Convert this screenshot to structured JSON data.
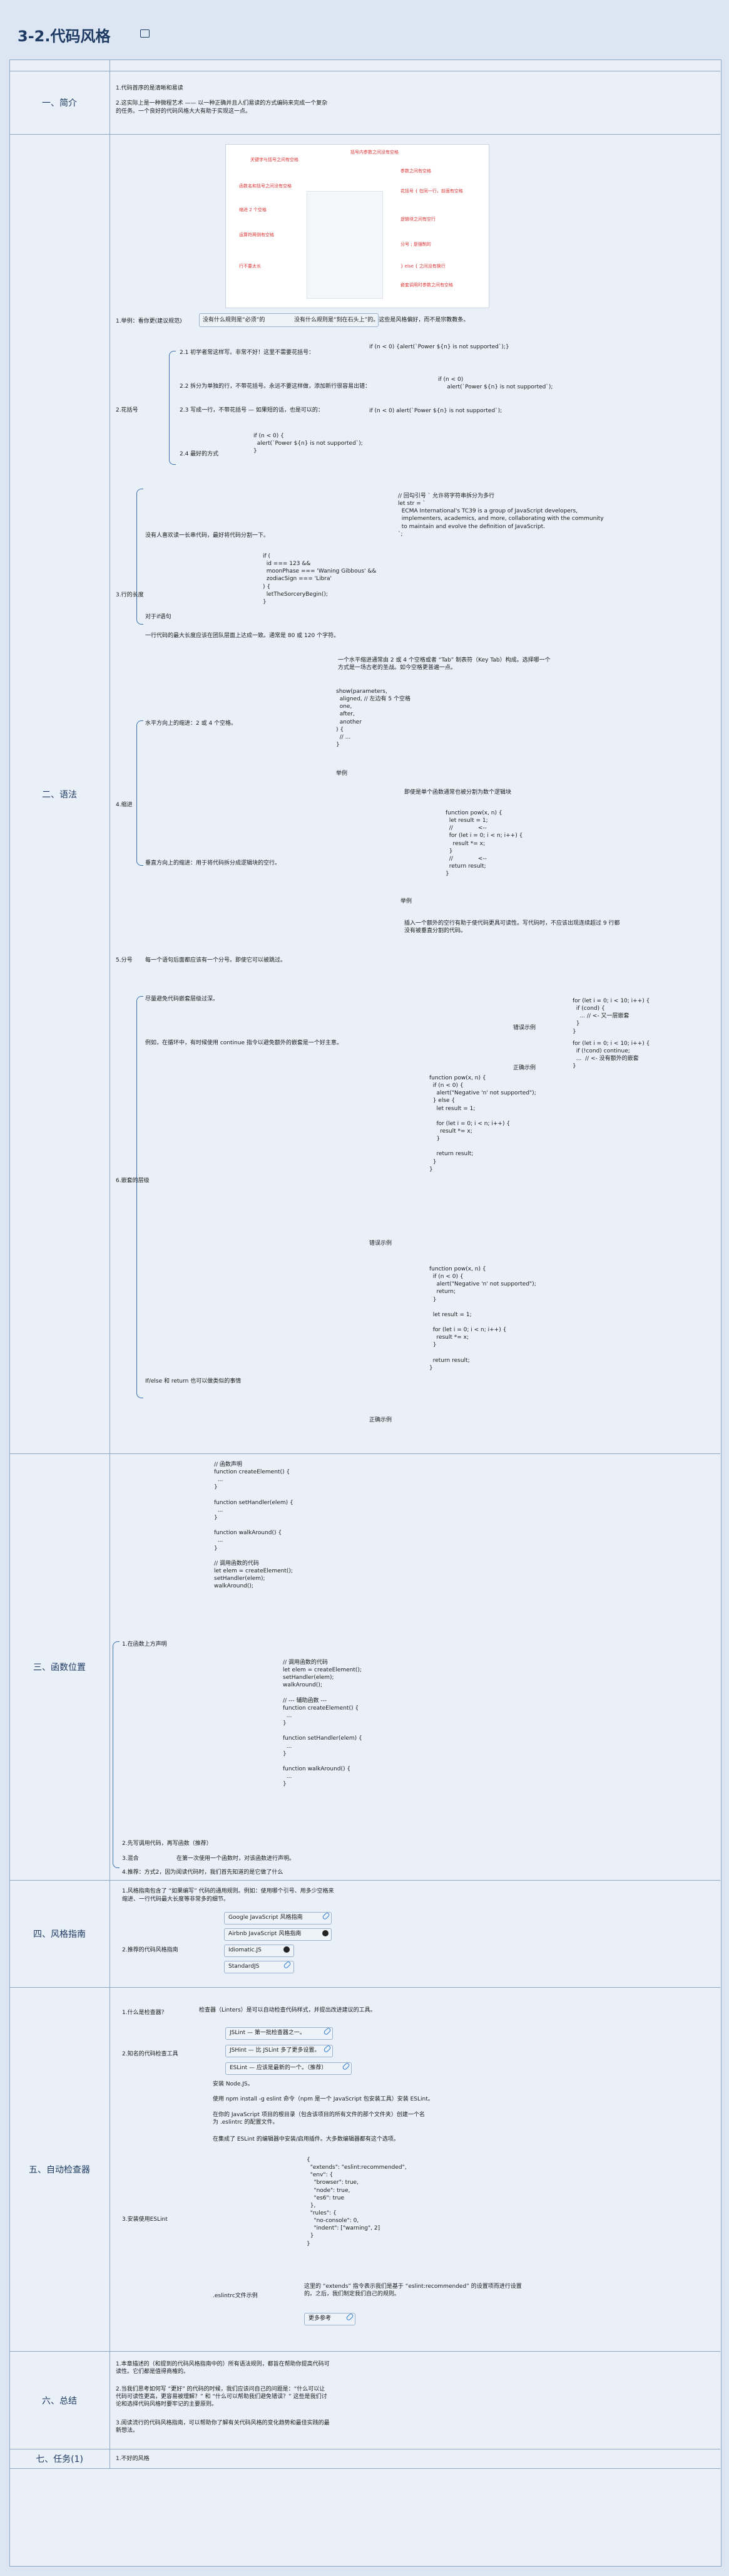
{
  "title": "3-2.代码风格",
  "sections": {
    "intro": {
      "label": "一、简介",
      "p1": "1.代码首序的是清晰和易读",
      "p2a": "2.这实际上是一种微程艺术 —— 以一种正确并且人们易读的方式编码来完成一个复杂",
      "p2b": "的任务。一个良好的代码风格大大有助于实现这一点。"
    },
    "syntax": {
      "label": "二、语法",
      "example_label": "1.举例：看你更(建议规范)",
      "example_note1": "没有什么规则是“必须”的",
      "example_note2": "没有什么规则是“刻在石头上”的。这些是风格偏好，而不是宗教教条。",
      "braces": {
        "label": "2.花括号",
        "items": [
          {
            "text": "2.1 初学者常这样写。非常不好！这里不需要花括号：",
            "code": "if (n < 0) {alert(`Power ${n} is not supported`);}"
          },
          {
            "text": "2.2 拆分为单独的行，不带花括号。永远不要这样做，添加新行很容易出错：",
            "code": "if (n < 0)\n     alert(`Power ${n} is not supported`);"
          },
          {
            "text": "2.3 写成一行，不带花括号 — 如果短的话，也是可以的：",
            "code": "if (n < 0) alert(`Power ${n} is not supported`);"
          },
          {
            "text": "2.4 最好的方式",
            "code": "if (n < 0) {\n  alert(`Power ${n} is not supported`);\n}"
          }
        ]
      },
      "line_length": {
        "label": "3.行的长度",
        "item1": "没有人喜欢读一长串代码，最好将代码分割一下。",
        "code1": "// 回勾引号 ` 允许将字符串拆分为多行\nlet str = `\n  ECMA International's TC39 is a group of JavaScript developers,\n  implementers, academics, and more, collaborating with the community\n  to maintain and evolve the definition of JavaScript.\n`;",
        "item2": "对于if语句",
        "code2": "if (\n  id === 123 &&\n  moonPhase === 'Waning Gibbous' &&\n  zodiacSign === 'Libra'\n) {\n  letTheSorceryBegin();\n}",
        "item3": "一行代码的最大长度应该在团队层面上达成一致。通常是 80 或 120 个字符。"
      },
      "indent": {
        "label": "4.缩进",
        "horiz": "水平方向上的缩进：2 或 4 个空格。",
        "horiz_note": "一个水平缩进通常由 2 或 4 个空格或者 “Tab” 制表符（Key Tab）构成。选择哪一个\n方式是一场古老的圣战。如今空格更普遍一点。",
        "horiz_code": "show(parameters,\n  aligned, // 左边有 5 个空格\n  one,\n  after,\n  another\n) {\n  // ...\n}",
        "example": "举例",
        "vert": "垂直方向上的缩进：用于将代码拆分成逻辑块的空行。",
        "vert_note": "即使是单个函数通常也被分割为数个逻辑块",
        "vert_code": "function pow(x, n) {\n  let result = 1;\n  //              <--\n  for (let i = 0; i < n; i++) {\n    result *= x;\n  }\n  //              <--\n  return result;\n}",
        "vert_tip": "插入一个额外的空行有助于使代码更具可读性。写代码时，不应该出现连续超过 9 行都\n没有被垂直分割的代码。"
      },
      "semicolon": {
        "label": "5.分号",
        "note": "每一个语句后面都应该有一个分号。即使它可以被跳过。"
      },
      "nesting": {
        "label": "6.嵌套的层级",
        "item1": "尽量避免代码嵌套层级过深。",
        "item2": "例如，在循环中，有时候使用 continue 指令以避免额外的嵌套是一个好主意。",
        "wrong": "错误示例",
        "right": "正确示例",
        "wrong_code1": "for (let i = 0; i < 10; i++) {\n  if (cond) {\n    ... // <- 又一层嵌套\n  }\n}",
        "right_code1": "for (let i = 0; i < 10; i++) {\n  if (!cond) continue;\n  ...  // <- 没有额外的嵌套\n}",
        "item3": "If/else 和 return 也可以做类似的事情",
        "wrong_code2": "function pow(x, n) {\n  if (n < 0) {\n    alert(\"Negative 'n' not supported\");\n  } else {\n    let result = 1;\n\n    for (let i = 0; i < n; i++) {\n      result *= x;\n    }\n\n    return result;\n  }\n}",
        "right_code2": "function pow(x, n) {\n  if (n < 0) {\n    alert(\"Negative 'n' not supported\");\n    return;\n  }\n\n  let result = 1;\n\n  for (let i = 0; i < n; i++) {\n    result *= x;\n  }\n\n  return result;\n}"
      }
    },
    "functions": {
      "label": "三、函数位置",
      "item1": "1.在函数上方声明",
      "code1": "// 函数声明\nfunction createElement() {\n  ...\n}\n\nfunction setHandler(elem) {\n  ...\n}\n\nfunction walkAround() {\n  ...\n}\n\n// 调用函数的代码\nlet elem = createElement();\nsetHandler(elem);\nwalkAround();",
      "item2": "2.先写调用代码，再写函数（推荐）",
      "code2": "// 调用函数的代码\nlet elem = createElement();\nsetHandler(elem);\nwalkAround();\n\n// --- 辅助函数 ---\nfunction createElement() {\n  ...\n}\n\nfunction setHandler(elem) {\n  ...\n}\n\nfunction walkAround() {\n  ...\n}",
      "item3": "3.混合",
      "item3_note": "在第一次使用一个函数时，对该函数进行声明。",
      "item4": "4.推荐：方式2，因为阅读代码时，我们首先知道的是它做了什么"
    },
    "guide": {
      "label": "四、风格指南",
      "item1a": "1.风格指南包含了 “如果编写” 代码的通用规则。例如：使用哪个引号、用多少空格来",
      "item1b": "缩进、一行代码最大长度等非常多的细节。",
      "item2": "2.推荐的代码风格指南",
      "guides": [
        "Google JavaScript 风格指南",
        "Airbnb JavaScript 风格指南",
        "Idiomatic.JS",
        "StandardJS"
      ]
    },
    "linters": {
      "label": "五、自动检查器",
      "item1": "1.什么是检查器？",
      "item1_note": "检查器（Linters）是可以自动检查代码样式，并提出改进建议的工具。",
      "item2": "2.知名的代码检查工具",
      "tools": [
        "JSLint — 第一批检查器之一。",
        "JSHint — 比 JSLint 多了更多设置。",
        "ESLint — 应该是最新的一个。（推荐）"
      ],
      "item3": "3.安装使用ESLint",
      "steps": [
        "安装 Node.JS。",
        "使用 npm install -g eslint 命令（npm 是一个 JavaScript 包安装工具）安装 ESLint。",
        "在你的 JavaScript 项目的根目录（包含该项目的所有文件的那个文件夹）创建一个名\n为 .eslintrc 的配置文件。",
        "在集成了 ESLint 的编辑器中安装/启用插件。大多数编辑器都有这个选项。"
      ],
      "config_code": "{\n  \"extends\": \"eslint:recommended\",\n  \"env\": {\n    \"browser\": true,\n    \"node\": true,\n    \"es6\": true\n  },\n  \"rules\": {\n    \"no-console\": 0,\n    \"indent\": [\"warning\", 2]\n  }\n}",
      "eslintrc": ".eslintrc文件示例",
      "eslintrc_note": "这里的 “extends” 指令表示我们是基于 “eslint:recommended” 的设置项而进行设置\n的。之后，我们制定我们自己的规则。",
      "more": "更多参考"
    },
    "summary": {
      "label": "六、总结",
      "p1": "1.本章描述的（和提到的代码风格指南中的）所有语法规则，都旨在帮助你提高代码可\n读性。它们都是值得商榷的。",
      "p2": "2.当我们思考如何写 “更好” 的代码的时候，我们应该问自己的问题是：“什么可以让\n代码可读性更高，更容易被理解？” 和 “什么可以帮助我们避免错误？” 这些是我们讨\n论和选择代码风格时要牢记的主要原则。",
      "p3": "3.阅读流行的代码风格指南，可以帮助你了解有关代码风格的变化趋势和最佳实践的最\n新想法。"
    },
    "tasks": {
      "label": "七、任务(1)",
      "p1": "1.不好的风格"
    }
  },
  "image_annotations": {
    "a1": "关键字与括号之间有空格",
    "a2": "括号内参数之间没有空格",
    "a3": "函数名和括号之间没有空格",
    "a4": "参数之间有空格",
    "a5": "花括号 { 在同一行，前面有空格",
    "a6": "缩进 2 个空格",
    "a7": "逻辑块之间有空行",
    "a8": "运算符两侧有空格",
    "a9": "分号 ; 是强制的",
    "a10": "行不要太长",
    "a11": "} else { 之间没有换行",
    "a12": "嵌套调用时参数之间有空格"
  }
}
